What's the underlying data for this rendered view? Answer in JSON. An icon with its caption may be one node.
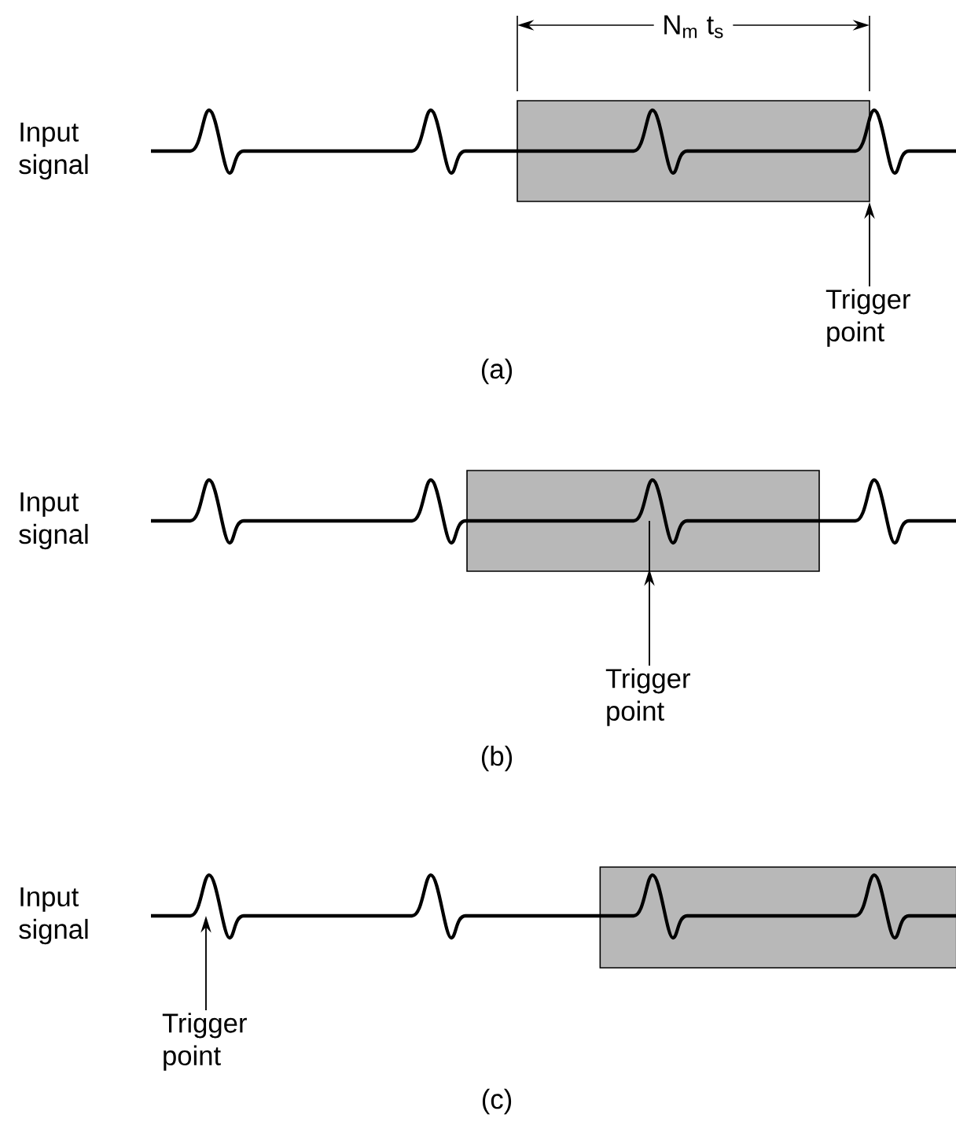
{
  "diagram": {
    "nodes": [
      {
        "text": [],
        "shape": "box"
      },
      {
        "text": [
          "Trigger point"
        ]
      },
      {
        "text": [],
        "shape": "box"
      },
      {
        "text": [
          "Trigger point"
        ]
      },
      {
        "text": [],
        "shape": "box"
      },
      {
        "text": [
          "Trigger point"
        ]
      }
    ],
    "edges": [
      {
        "from": 1,
        "to": 0,
        "arrow": "to"
      },
      {
        "from": 3,
        "to": 2,
        "arrow": "to"
      },
      {
        "from": 5,
        "to": null,
        "arrow": "to"
      }
    ],
    "labels": [
      "N$_{m}$ t$_{s}$",
      "Input signal",
      "(a)",
      "Input signal",
      "(b)",
      "Input signal",
      "(c)"
    ]
  }
}
